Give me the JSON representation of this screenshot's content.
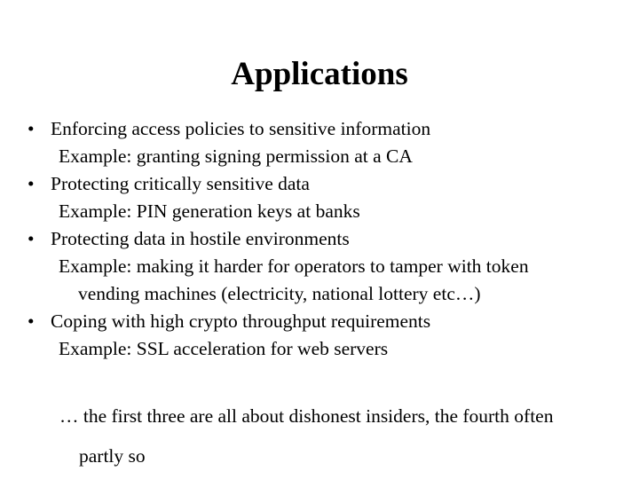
{
  "slide": {
    "title": "Applications",
    "bullet_marker": "•",
    "text_color": "#000000",
    "background_color": "#ffffff",
    "bullets": [
      {
        "heading": "Enforcing access policies to sensitive information",
        "example_lines": [
          "Example: granting signing permission at a CA"
        ]
      },
      {
        "heading": "Protecting critically sensitive data",
        "example_lines": [
          "Example: PIN generation keys at banks"
        ]
      },
      {
        "heading": "Protecting data in hostile environments",
        "example_lines": [
          "Example: making it harder for operators to tamper with token",
          "vending machines (electricity, national lottery etc…)"
        ]
      },
      {
        "heading": "Coping with high crypto throughput requirements",
        "example_lines": [
          "Example: SSL acceleration for web servers"
        ]
      }
    ],
    "closing_note": {
      "line1": "… the first three are all about dishonest insiders, the fourth often",
      "line2": "partly so"
    }
  }
}
